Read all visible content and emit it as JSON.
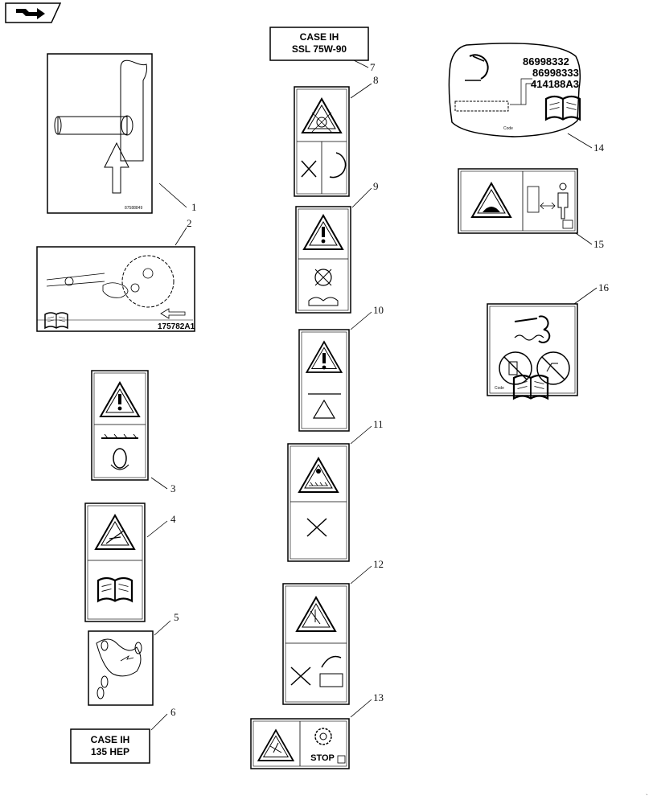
{
  "nav": {
    "icon": "catalog-forward-arrow-icon"
  },
  "labels": {
    "l1": {
      "code": "87588849",
      "callout": "1"
    },
    "l2": {
      "code": "175782A1",
      "callout": "2"
    },
    "l3": {
      "callout": "3"
    },
    "l4": {
      "code": "",
      "callout": "4"
    },
    "l5": {
      "callout": "5"
    },
    "l6": {
      "line1": "CASE   IH",
      "line2": "135   HEP",
      "callout": "6"
    },
    "l7": {
      "line1": "CASE IH",
      "line2": "SSL 75W-90",
      "callout": "7"
    },
    "l8": {
      "callout": "8"
    },
    "l9": {
      "callout": "9"
    },
    "l10": {
      "callout": "10"
    },
    "l11": {
      "callout": "11"
    },
    "l12": {
      "callout": "12"
    },
    "l13": {
      "stop": "STOP",
      "callout": "13"
    },
    "l14": {
      "pn1": "86998332",
      "pn2": "86998333",
      "pn3": "414188A3",
      "code_label": "Code",
      "callout": "14"
    },
    "l15": {
      "callout": "15"
    },
    "l16": {
      "code_label": "Code",
      "callout": "16"
    }
  }
}
